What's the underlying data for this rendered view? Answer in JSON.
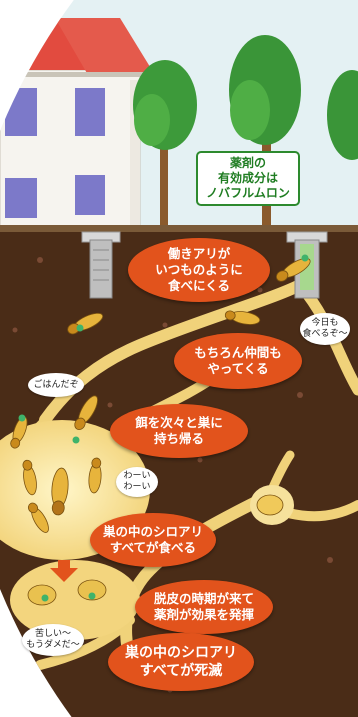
{
  "callout": {
    "line1": "薬剤の",
    "line2": "有効成分は",
    "line3": "ノバフルムロン"
  },
  "bubbles": {
    "b1": [
      "働きアリが",
      "いつものように",
      "食べにくる"
    ],
    "b2": [
      "もちろん仲間も",
      "やってくる"
    ],
    "b3": [
      "餌を次々と巣に",
      "持ち帰る"
    ],
    "b4": [
      "巣の中のシロアリ",
      "すべてが食べる"
    ],
    "b5": [
      "脱皮の時期が来て",
      "薬剤が効果を発揮"
    ],
    "b6": [
      "巣の中のシロアリ",
      "すべてが死滅"
    ]
  },
  "speech": {
    "s1": [
      "今日も",
      "食べるぞ〜"
    ],
    "s2": [
      "ごはんだぞ"
    ],
    "s3": [
      "わーい",
      "わーい"
    ],
    "s4": [
      "苦しい〜",
      "もうダメだ〜"
    ]
  },
  "colors": {
    "soil": "#4a2c17",
    "tunnel": "#f0d27a",
    "bubble": "#e2531c",
    "callout_border": "#2d8a2e",
    "callout_text": "#1f7d22"
  }
}
